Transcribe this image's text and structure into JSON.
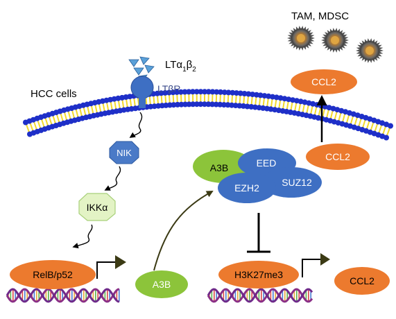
{
  "labels": {
    "tam_mdsc": "TAM, MDSC",
    "hcc_cells": "HCC cells",
    "ltbr": "LTβR",
    "lta": {
      "base": "LTα",
      "sub1": "1",
      "mid": "β",
      "sub2": "2"
    },
    "ccl2_top": "CCL2",
    "ccl2_inner": "CCL2",
    "nik": "NIK",
    "ikka": "IKKα",
    "relb_p52": "RelB/p52",
    "a3b_bottom": "A3B",
    "a3b_complex": "A3B",
    "eed": "EED",
    "suz12": "SUZ12",
    "ezh2": "EZH2",
    "h3k27me3": "H3K27me3",
    "ccl2_output": "CCL2"
  },
  "colors": {
    "orange": "#ec7a2e",
    "green": "#8cc43a",
    "blue": "#3e6fc3",
    "nik_blue": "#4a7ac7",
    "ikka_fill": "#e3f3c5",
    "membrane_blue": "#1e2fc8",
    "membrane_yellow": "#f2d82c",
    "cell_gray": "#8c8c8c",
    "cell_orange": "#c9852e",
    "ligand_blue": "#5aa0d8"
  }
}
